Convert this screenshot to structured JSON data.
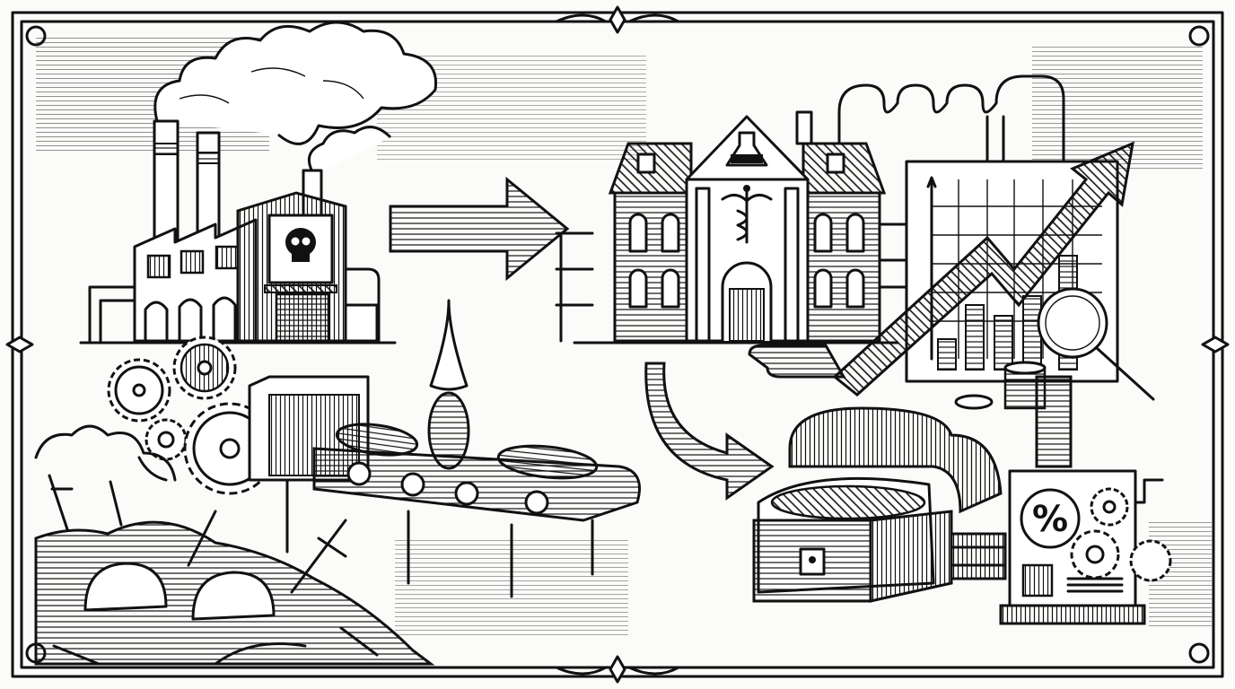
{
  "illustration": {
    "style": "black-and-white engraving",
    "palette": {
      "ink": "#111111",
      "paper": "#fbfbf9"
    },
    "frame": {
      "type": "ornate-border"
    },
    "panels": {
      "top_left": {
        "subject": "polluting factory",
        "icons": [
          "smokestack",
          "smoke-cloud",
          "skull-sign"
        ]
      },
      "top_right": {
        "subject": "pharmaceutical institute",
        "icons": [
          "erlenmeyer-flask",
          "caduceus",
          "pipes",
          "rising-chart",
          "magnifying-glass",
          "coin-stack"
        ]
      },
      "bottom_left": {
        "subject": "war production",
        "icons": [
          "gears",
          "conveyor-belt",
          "bombs",
          "helmets",
          "swords",
          "battlefield-rubble"
        ]
      },
      "bottom_right": {
        "subject": "profit",
        "icons": [
          "treasure-chest",
          "percentage-machine",
          "gears",
          "crank"
        ]
      }
    },
    "arrows": [
      {
        "from": "factory",
        "to": "institute",
        "direction": "right"
      },
      {
        "from": "institute",
        "to": "treasure-chest",
        "direction": "curved-down-right"
      },
      {
        "from": "chart",
        "to": "upper-right",
        "direction": "rising"
      }
    ],
    "machine_label": "%"
  }
}
